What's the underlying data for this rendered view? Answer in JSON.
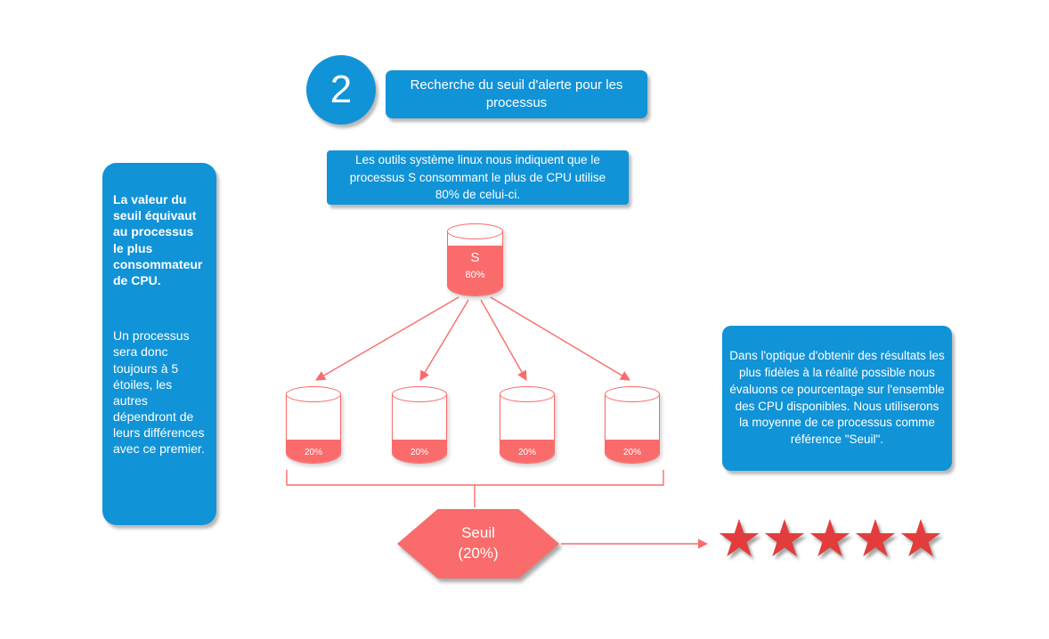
{
  "colors": {
    "blue": "#1193d7",
    "salmon": "#fa6b6b",
    "star_red": "#e23c3c"
  },
  "step": {
    "number": "2",
    "title": "Recherche du seuil d'alerte pour les processus"
  },
  "intro_note": {
    "text": "Les outils système linux nous indiquent que le processus S consommant le plus de CPU utilise 80% de celui-ci."
  },
  "left_note": {
    "heading": "La valeur du seuil équivaut au processus le plus consommateur de CPU.",
    "body": "Un processus sera donc toujours à 5 étoiles, les autres dépendront de leurs différences avec ce premier."
  },
  "right_note": {
    "text": "Dans l'optique d'obtenir des résultats les plus fidèles à la réalité possible nous évaluons ce pourcentage sur l'ensemble des CPU disponibles. Nous utiliserons la moyenne de ce processus comme référence \"Seuil\"."
  },
  "main_cylinder": {
    "label": "S",
    "value": "80%"
  },
  "child_cylinders": [
    {
      "value": "20%"
    },
    {
      "value": "20%"
    },
    {
      "value": "20%"
    },
    {
      "value": "20%"
    }
  ],
  "seuil_node": {
    "line1": "Seuil",
    "line2": "(20%)"
  },
  "stars": {
    "count": 5,
    "glyph": "★"
  }
}
